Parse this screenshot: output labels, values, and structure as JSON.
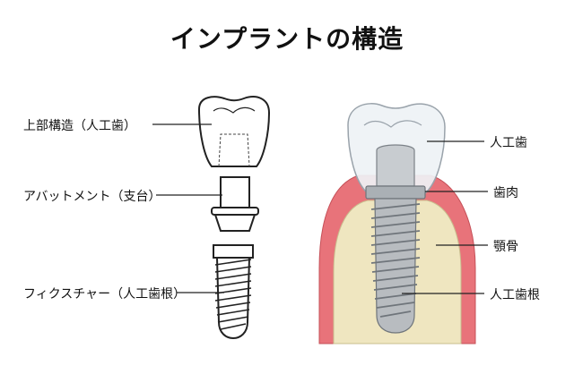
{
  "title": "インプラントの構造",
  "left_labels": {
    "crown": "上部構造（人工歯）",
    "abutment": "アバットメント（支台）",
    "fixture": "フィクスチャー（人工歯根）"
  },
  "right_labels": {
    "artificial_tooth": "人工歯",
    "gum": "歯肉",
    "jawbone": "顎骨",
    "artificial_root": "人工歯根"
  },
  "colors": {
    "gum": "#e8737a",
    "bone": "#efe6c0",
    "metal": "#b8bcc0",
    "crown": "#f4f6f8",
    "line": "#222222"
  }
}
